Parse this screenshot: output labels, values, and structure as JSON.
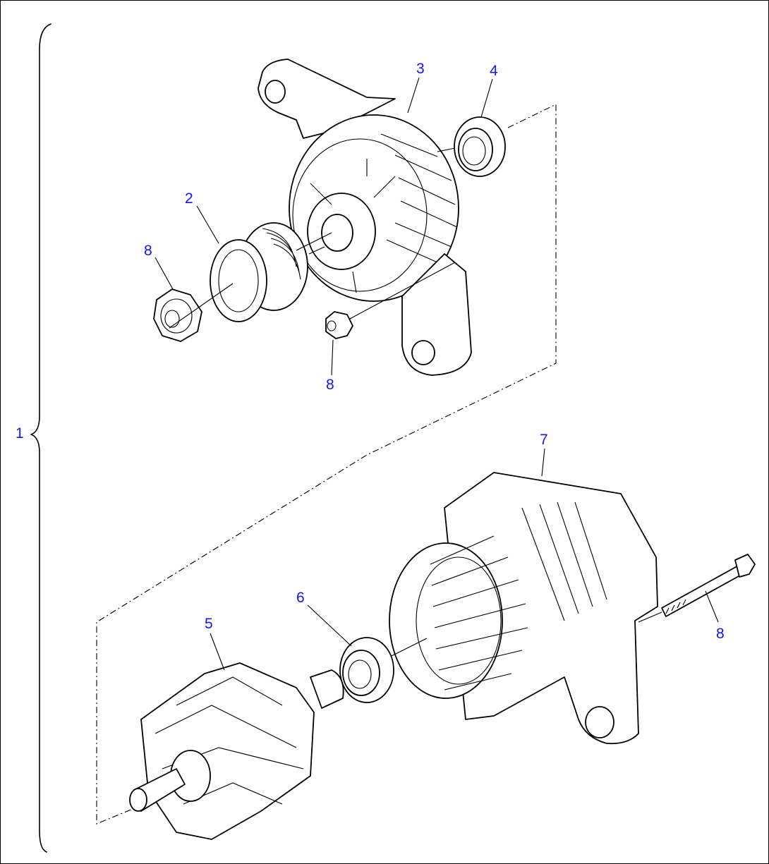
{
  "diagram": {
    "callouts": {
      "assembly": "1",
      "pulley": "2",
      "front_bracket": "3",
      "front_bearing": "4",
      "rotor": "5",
      "rear_bearing": "6",
      "stator_housing": "7",
      "pulley_nut": "8",
      "bracket_nut": "8",
      "through_bolt": "8"
    },
    "colors": {
      "callout": "#1414ff",
      "line": "#000000",
      "background": "#ffffff"
    }
  }
}
